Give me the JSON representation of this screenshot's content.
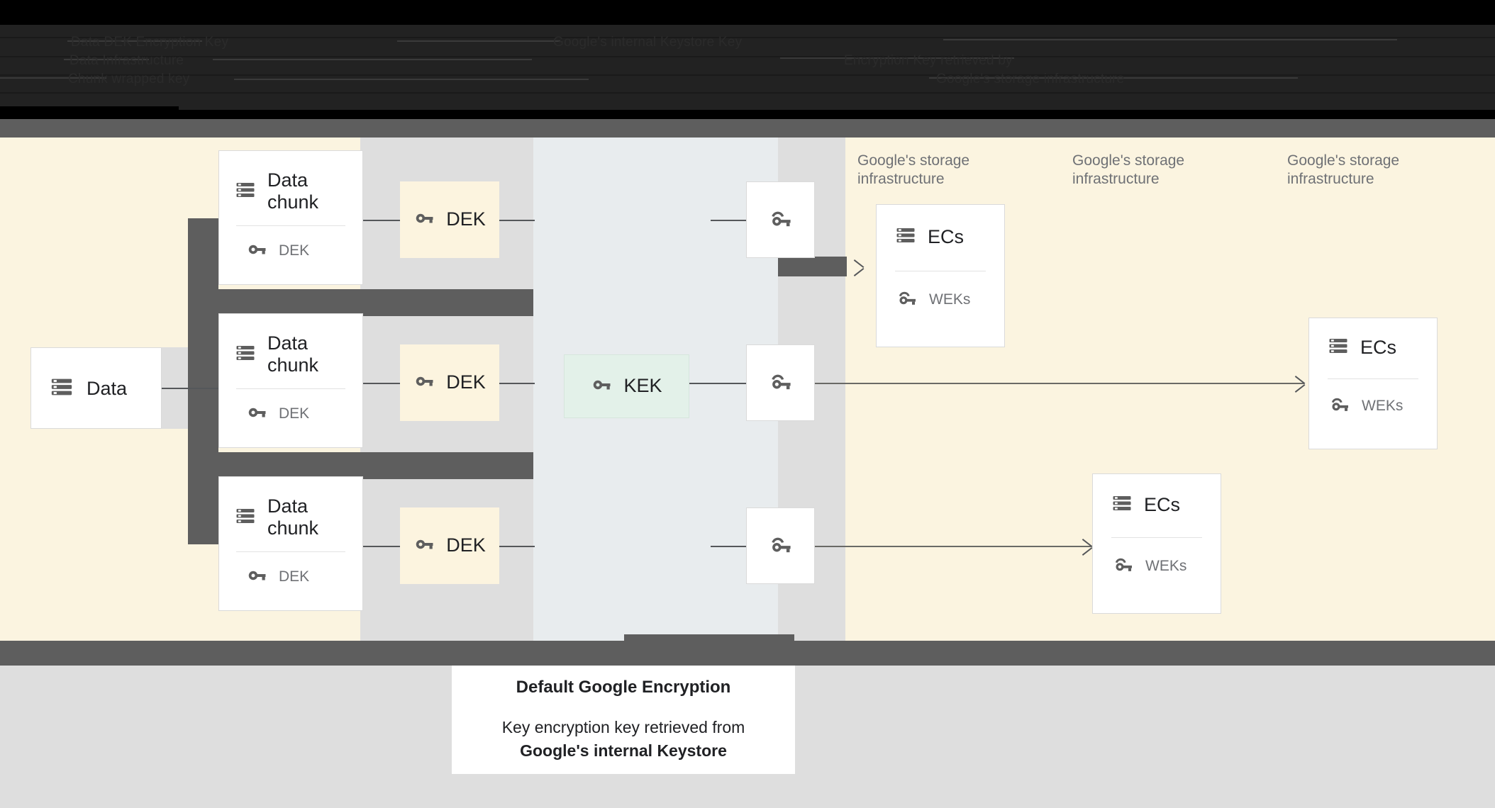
{
  "chrome": {
    "obscured_lines": [
      "Data    DEK Encryption Key",
      "Data    Infrastructure",
      "Chunk   wrapped key",
      "Google's internal Keystore Key",
      "Encryption Key retrieved by",
      "Google's storage infrastructure"
    ]
  },
  "diagram": {
    "source": {
      "label": "Data",
      "icon": "server-icon"
    },
    "chunks": [
      {
        "title": "Data\nchunk",
        "key_label": "DEK",
        "icon": "server-icon",
        "key_icon": "key-icon"
      },
      {
        "title": "Data\nchunk",
        "key_label": "DEK",
        "icon": "server-icon",
        "key_icon": "key-icon"
      },
      {
        "title": "Data\nchunk",
        "key_label": "DEK",
        "icon": "server-icon",
        "key_icon": "key-icon"
      }
    ],
    "dek_tiles": [
      {
        "label": "DEK",
        "icon": "key-icon"
      },
      {
        "label": "DEK",
        "icon": "key-icon"
      },
      {
        "label": "DEK",
        "icon": "key-icon"
      }
    ],
    "kek": {
      "label": "KEK",
      "icon": "key-icon"
    },
    "wrapped_keys": [
      {
        "icon": "wrapped-key-icon"
      },
      {
        "icon": "wrapped-key-icon"
      },
      {
        "icon": "wrapped-key-icon"
      }
    ],
    "infra_labels": [
      "Google's storage\ninfrastructure",
      "Google's storage\ninfrastructure",
      "Google's storage\ninfrastructure"
    ],
    "ec_cards": [
      {
        "title": "ECs",
        "key_label": "WEKs",
        "icon": "server-icon",
        "key_icon": "wrapped-key-icon"
      },
      {
        "title": "ECs",
        "key_label": "WEKs",
        "icon": "server-icon",
        "key_icon": "wrapped-key-icon"
      },
      {
        "title": "ECs",
        "key_label": "WEKs",
        "icon": "server-icon",
        "key_icon": "wrapped-key-icon"
      }
    ]
  },
  "caption": {
    "title": "Default Google Encryption",
    "line1": "Key encryption key retrieved from",
    "line2": "Google's internal Keystore"
  },
  "colors": {
    "cream": "#FBF4E0",
    "panel_gray": "#E8ECEE",
    "strip_gray": "#DEDEDE",
    "bar_gray": "#5E5E5E",
    "dek_fill": "#FCF4DF",
    "kek_fill": "#E3F1E9",
    "icon_gray": "#5E5E5E",
    "text_dark": "#202124",
    "text_muted": "#6F7175"
  }
}
